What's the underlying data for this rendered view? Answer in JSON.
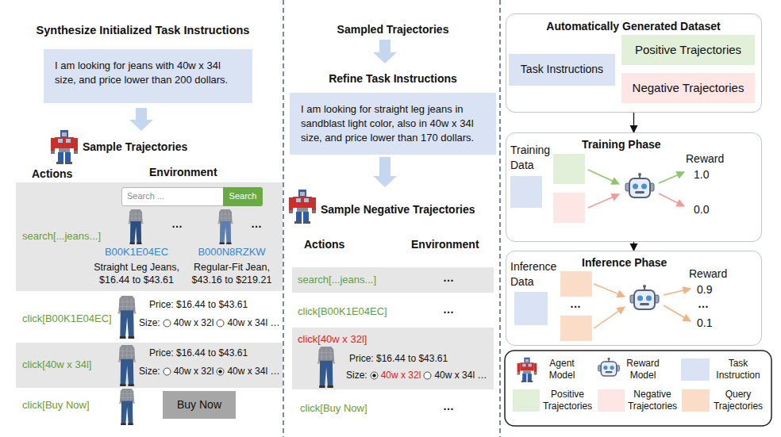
{
  "diagram": {
    "nodes": [
      {
        "text": [
          "I am looking for jeans with 40w x 34l size, and price lower than 200 dollars."
        ]
      },
      {
        "text": [
          "search[...jeans...]",
          "B00K1E04EC",
          "Straight Leg Jeans, $16.44 to $43.61",
          "B000N8RZKW",
          "Regular-Fit Jean, $43.16 to $219.21",
          "…",
          "…"
        ]
      },
      {
        "text": [
          "Search ..."
        ],
        "in": 1
      },
      {
        "text": [
          "Search"
        ],
        "in": 2
      },
      {
        "text": [
          "click[40w x 34l]",
          "Price: $16.44 to $43.61",
          "Size:",
          "40w x 32l",
          "40w x 34l …"
        ]
      },
      {
        "text": [
          "Buy Now"
        ]
      },
      {
        "text": [
          "I am looking for straight leg jeans in sandblast light color, also in 40w x 34l size, and price lower than 170 dollars."
        ]
      },
      {
        "text": [
          "search[...jeans...]",
          "…"
        ]
      },
      {
        "text": [
          "click[40w x 32l]",
          "Price: $16.44 to $43.61",
          "Size:",
          "40w x 32l",
          "40w x 34l …"
        ]
      },
      {
        "text": [
          "Automatically Generated Dataset"
        ]
      },
      {
        "text": [
          "Task Instructions"
        ],
        "in": 9
      },
      {
        "text": [
          "Positive Trajectories"
        ],
        "in": 9
      },
      {
        "text": [
          "Negative Trajectories"
        ],
        "in": 9
      },
      {
        "text": [
          "Training Phase",
          "Training Data",
          "Reward",
          "1.0",
          "0.0"
        ]
      },
      {
        "text": [
          "Inference Phase",
          "Inference Data",
          "…",
          "Reward",
          "0.9",
          "…",
          "0.1"
        ]
      }
    ],
    "edges": [
      {
        "from": 9,
        "to": 13,
        "arrow": "to"
      },
      {
        "from": 13,
        "to": 14,
        "arrow": "to"
      }
    ],
    "labels": [
      "Synthesize Initialized Task Instructions",
      "Sample Trajectories",
      "Actions",
      "Environment",
      "click[B00K1E04EC]",
      "Price: $16.44 to $43.61",
      "Size:",
      "40w x 32l",
      "40w x 34l …",
      "click[Buy Now]",
      "Sampled Trajectories",
      "Refine Task Instructions",
      "Sample Negative Trajectories",
      "Actions",
      "Environment",
      "click[B00K1E04EC]",
      "…",
      "click[Buy Now]",
      "…"
    ],
    "legend": [
      {
        "text": "Agent Model"
      },
      {
        "text": "Reward Model"
      },
      {
        "text": "Task Instruction",
        "color": "#dae3f3"
      },
      {
        "text": "Positive Trajectories",
        "color": "#e2f0d9"
      },
      {
        "text": "Negative Trajectories",
        "color": "#fde6e4"
      },
      {
        "text": "Query Trajectories",
        "color": "#fbdcc6"
      }
    ]
  }
}
